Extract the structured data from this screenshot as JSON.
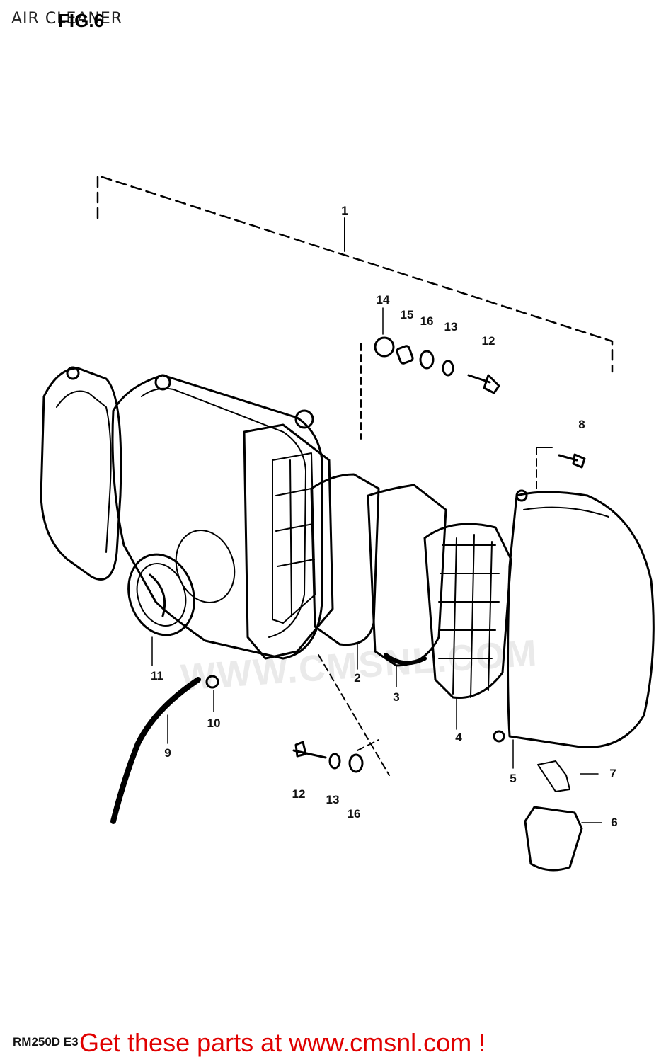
{
  "header": {
    "title": "AIR CLEANER",
    "fig": "FIG.6"
  },
  "watermark": "WWW.CMSNL.COM",
  "callouts": [
    "1",
    "2",
    "3",
    "4",
    "5",
    "6",
    "7",
    "8",
    "9",
    "10",
    "11",
    "12",
    "12",
    "13",
    "13",
    "14",
    "15",
    "16",
    "16"
  ],
  "footer": {
    "model_code": "RM250D E3",
    "cta": "Get these parts at www.cmsnl.com !",
    "cta_color": "#e00000"
  }
}
